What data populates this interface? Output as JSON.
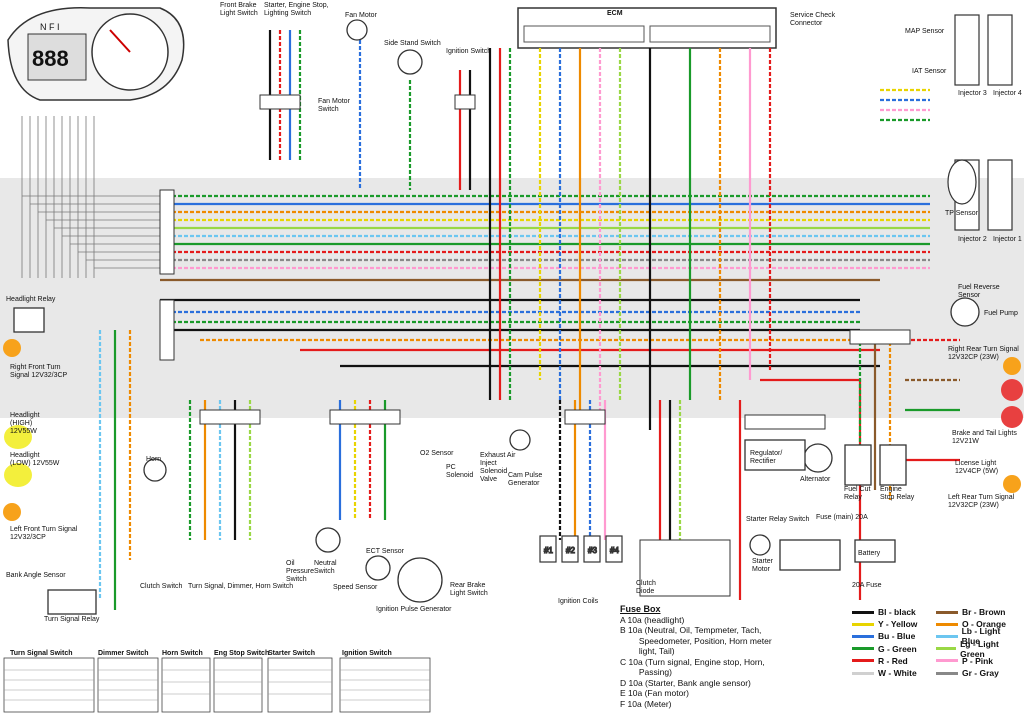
{
  "components": {
    "ecm": "ECM",
    "service_check": "Service Check Connector",
    "map_sensor": "MAP Sensor",
    "iat_sensor": "IAT Sensor",
    "tp_sensor": "TP Sensor",
    "injector1": "Injector 1",
    "injector2": "Injector 2",
    "injector3": "Injector 3",
    "injector4": "Injector 4",
    "front_brake": "Front Brake Light Switch",
    "starter_engine_stop": "Starter, Engine Stop, Lighting Switch",
    "fan_motor": "Fan Motor",
    "fan_motor_switch": "Fan Motor Switch",
    "side_stand": "Side Stand Switch",
    "ignition_switch": "Ignition Switch",
    "headlight_relay": "Headlight Relay",
    "right_front_turn": "Right Front Turn Signal 12V32/3CP",
    "headlight_high": "Headlight (HIGH) 12V55W",
    "headlight_low": "Headlight (LOW) 12V55W",
    "left_front_turn": "Left Front Turn Signal 12V32/3CP",
    "horn": "Horn",
    "bank_angle": "Bank Angle Sensor",
    "turn_signal_relay": "Turn Signal Relay",
    "clutch_switch": "Clutch Switch",
    "turn_dimmer_horn": "Turn Signal, Dimmer, Horn Switch",
    "oil_pressure": "Oil Pressure Switch",
    "neutral_switch": "Neutral Switch",
    "ect_sensor": "ECT Sensor",
    "speed_sensor": "Speed Sensor",
    "ignition_pulse": "Ignition Pulse Generator",
    "rear_brake": "Rear Brake Light Switch",
    "o2_sensor": "O2 Sensor",
    "pc_solenoid": "PC Solenoid",
    "exhaust_air": "Exhaust Air Inject Solenoid Valve",
    "cam_pulse": "Cam Pulse Generator",
    "ignition_coils": "Ignition Coils",
    "clutch_diode": "Clutch Diode",
    "regulator": "Regulator/ Rectifier",
    "alternator": "Alternator",
    "fuel_cut": "Fuel Cut Relay",
    "engine_stop_relay": "Engine Stop Relay",
    "starter_relay_switch": "Starter Relay Switch",
    "starter_motor": "Starter Motor",
    "fuse_main": "Fuse (main) 20A",
    "battery": "Battery",
    "fuse_20a": "20A Fuse",
    "fuel_reverse": "Fuel Reverse Sensor",
    "fuel_pump": "Fuel Pump",
    "right_rear_turn": "Right Rear Turn Signal 12V32CP (23W)",
    "brake_tail": "Brake and Tail Lights 12V21W",
    "license_light": "License Light 12V4CP (5W)",
    "left_rear_turn": "Left Rear Turn Signal 12V32CP (23W)"
  },
  "fuse_box": {
    "title": "Fuse Box",
    "items": [
      "A 10a (headlight)",
      "B 10a (Neutral, Oil, Tempmeter, Tach,",
      "        Speedometer, Position, Horn meter",
      "        light, Tail)",
      "C 10a (Turn signal, Engine stop, Horn,",
      "        Passing)",
      "D 10a (Starter, Bank angle sensor)",
      "E 10a (Fan motor)",
      "F 10a (Meter)"
    ]
  },
  "legend": [
    {
      "code": "Bl - black",
      "color": "#111111"
    },
    {
      "code": "Br - Brown",
      "color": "#8a5a2b"
    },
    {
      "code": "Y - Yellow",
      "color": "#e8d400"
    },
    {
      "code": "O - Orange",
      "color": "#ee8a00"
    },
    {
      "code": "Bu - Blue",
      "color": "#2a6fdc"
    },
    {
      "code": "Lb - Light Blue",
      "color": "#6cc6f0"
    },
    {
      "code": "G - Green",
      "color": "#1a9a2a"
    },
    {
      "code": "Lg - Light Green",
      "color": "#9ad845"
    },
    {
      "code": "R - Red",
      "color": "#e41b1b"
    },
    {
      "code": "P - Pink",
      "color": "#ff9ad0"
    },
    {
      "code": "W - White",
      "color": "#d0d0d0"
    },
    {
      "code": "Gr - Gray",
      "color": "#888888"
    }
  ],
  "switch_tables": {
    "turn": "Turn Signal Switch",
    "dimmer": "Dimmer Switch",
    "horn": "Horn Switch",
    "eng_stop": "Eng Stop Switch",
    "starter": "Starter Switch",
    "ignition": "Ignition Switch"
  }
}
